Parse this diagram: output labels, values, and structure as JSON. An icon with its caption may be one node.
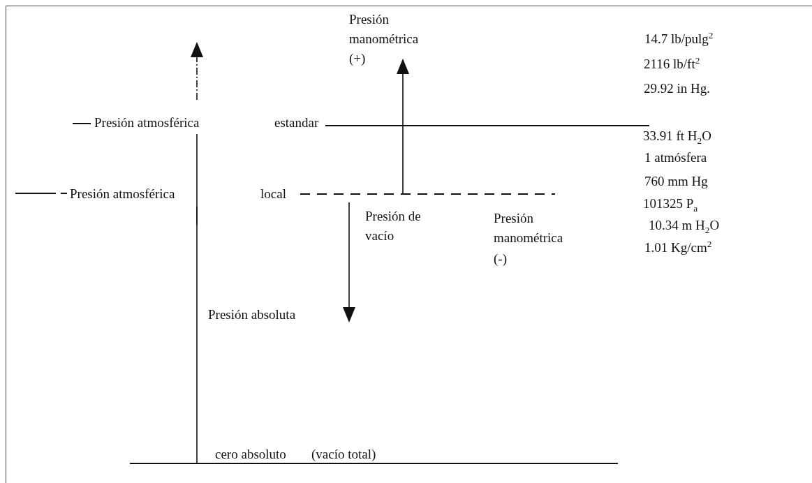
{
  "diagram": {
    "labels": [
      "Presión manométrica",
      "14.7 lb/pulg$^{2}$",
      "(+)",
      "2116 lb/ft$^{2}$",
      "29.92 in Hg.",
      "Presión atmosférica",
      "estandar",
      "33.91 ft H$_{2}$O",
      "1 atmósfera",
      "760 mm Hg",
      "101325 P$_{a}$",
      "Presión atmosférica",
      "local",
      "10.34 m H$_{2}$O",
      "Presión de vacío",
      "Presión manométrica",
      "1.01 Kg/cm$^{2}$",
      "(-)",
      "Presión absoluta",
      "cero absoluto",
      "(vacío total)"
    ]
  }
}
